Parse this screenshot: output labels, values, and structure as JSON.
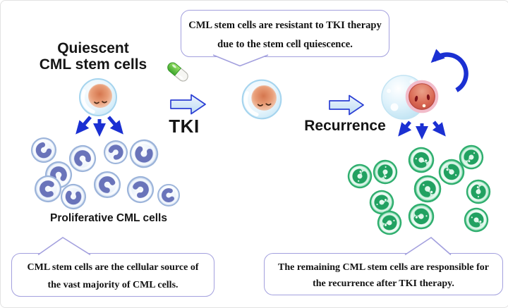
{
  "bubbles": {
    "top": {
      "line1": "CML stem cells are resistant to TKI therapy",
      "line2": "due to the stem cell quiescence."
    },
    "bottom_left": {
      "line1": "CML stem cells are the cellular source of",
      "line2": "the vast majority of CML cells."
    },
    "bottom_right": {
      "line1": "The remaining CML stem cells are responsible for",
      "line2": "the recurrence after TKI therapy."
    }
  },
  "labels": {
    "quiescent_line1": "Quiescent",
    "quiescent_line2": "CML stem cells",
    "tki": "TKI",
    "recurrence": "Recurrence",
    "proliferative": "Proliferative CML cells"
  },
  "icons": {
    "capsule": "tki-capsule-icon",
    "self_renewal": "self-renewal-arrow-icon",
    "tki_block_arrow": "tki-block-arrow-icon",
    "recurrence_block_arrow": "recurrence-block-arrow-icon",
    "differentiation_arrows": "differentiation-arrows-icon"
  },
  "colors": {
    "arrow_blue": "#1b30d2",
    "block_arrow_fill": "#cfe5f8",
    "block_arrow_border": "#2b3fd4",
    "bubble_border": "#a3a0de",
    "capsule_green": "#3da62c",
    "purple_cell_nucleus": "#6a74ba",
    "purple_cell_rim": "#9cb4da",
    "green_cell_rim": "#2fae6e",
    "green_cell_nucleus": "#21a161",
    "stem_cell_rim": "#a5d4ee",
    "stem_cell_nucleus": "#d5764e",
    "awake_cell_ring": "#f2bcca",
    "awake_cell_nucleus": "#d96853"
  },
  "cells": {
    "stem": [
      [
        138,
        137,
        0,
        1.0
      ],
      [
        370,
        140,
        0,
        1.05
      ]
    ],
    "proliferative": [
      [
        61,
        212,
        10,
        1.06
      ],
      [
        116,
        224,
        120,
        1.12
      ],
      [
        163,
        215,
        200,
        1.0
      ],
      [
        203,
        217,
        -20,
        1.19
      ],
      [
        82,
        247,
        150,
        1.12
      ],
      [
        67,
        267,
        60,
        1.12
      ],
      [
        103,
        278,
        -30,
        1.06
      ],
      [
        151,
        261,
        90,
        1.12
      ],
      [
        198,
        268,
        210,
        1.12
      ],
      [
        238,
        276,
        45,
        0.94
      ]
    ],
    "recurrent": [
      [
        509,
        249,
        -30,
        1.0
      ],
      [
        545,
        243,
        140,
        1.0
      ],
      [
        596,
        226,
        60,
        1.06
      ],
      [
        639,
        243,
        -100,
        1.06
      ],
      [
        667,
        222,
        170,
        1.0
      ],
      [
        605,
        267,
        90,
        1.12
      ],
      [
        677,
        271,
        -45,
        1.0
      ],
      [
        540,
        286,
        20,
        1.0
      ],
      [
        551,
        315,
        200,
        1.0
      ],
      [
        596,
        306,
        -140,
        1.06
      ],
      [
        674,
        311,
        75,
        1.0
      ]
    ]
  }
}
